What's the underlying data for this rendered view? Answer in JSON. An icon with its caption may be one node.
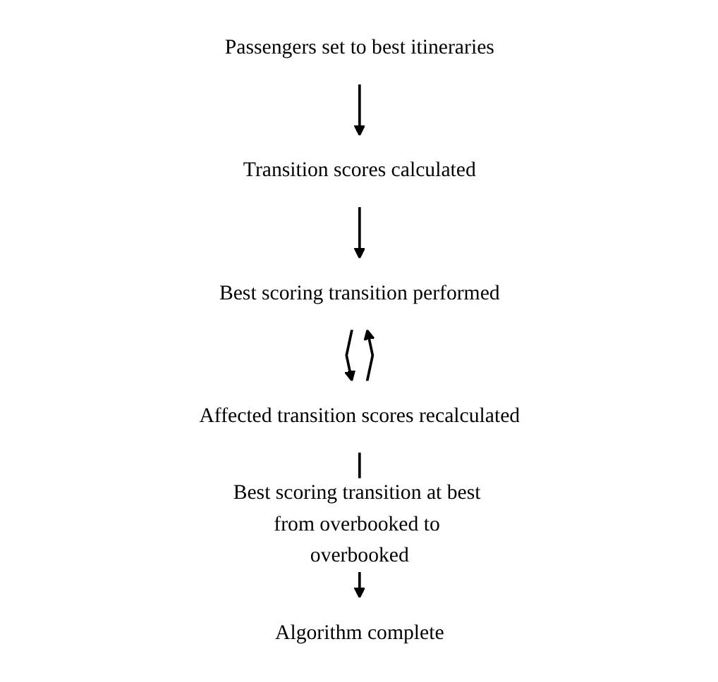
{
  "diagram": {
    "nodes": [
      {
        "text": [
          "Passengers set to best itineraries"
        ]
      },
      {
        "text": [
          "Transition scores calculated"
        ]
      },
      {
        "text": [
          "Best scoring transition performed"
        ]
      },
      {
        "text": [
          "Affected transition scores recalculated"
        ]
      },
      {
        "text": [
          "Algorithm complete"
        ]
      }
    ],
    "edges": [
      {
        "from": 0,
        "to": 1,
        "arrow": "to"
      },
      {
        "from": 1,
        "to": 2,
        "arrow": "to"
      },
      {
        "from": 2,
        "to": 3,
        "arrow": "to"
      },
      {
        "from": 3,
        "to": 2,
        "arrow": "to"
      },
      {
        "from": 3,
        "to": 4,
        "arrow": "to",
        "label": "Best scoring transition at best from overbooked to overbooked"
      }
    ]
  }
}
